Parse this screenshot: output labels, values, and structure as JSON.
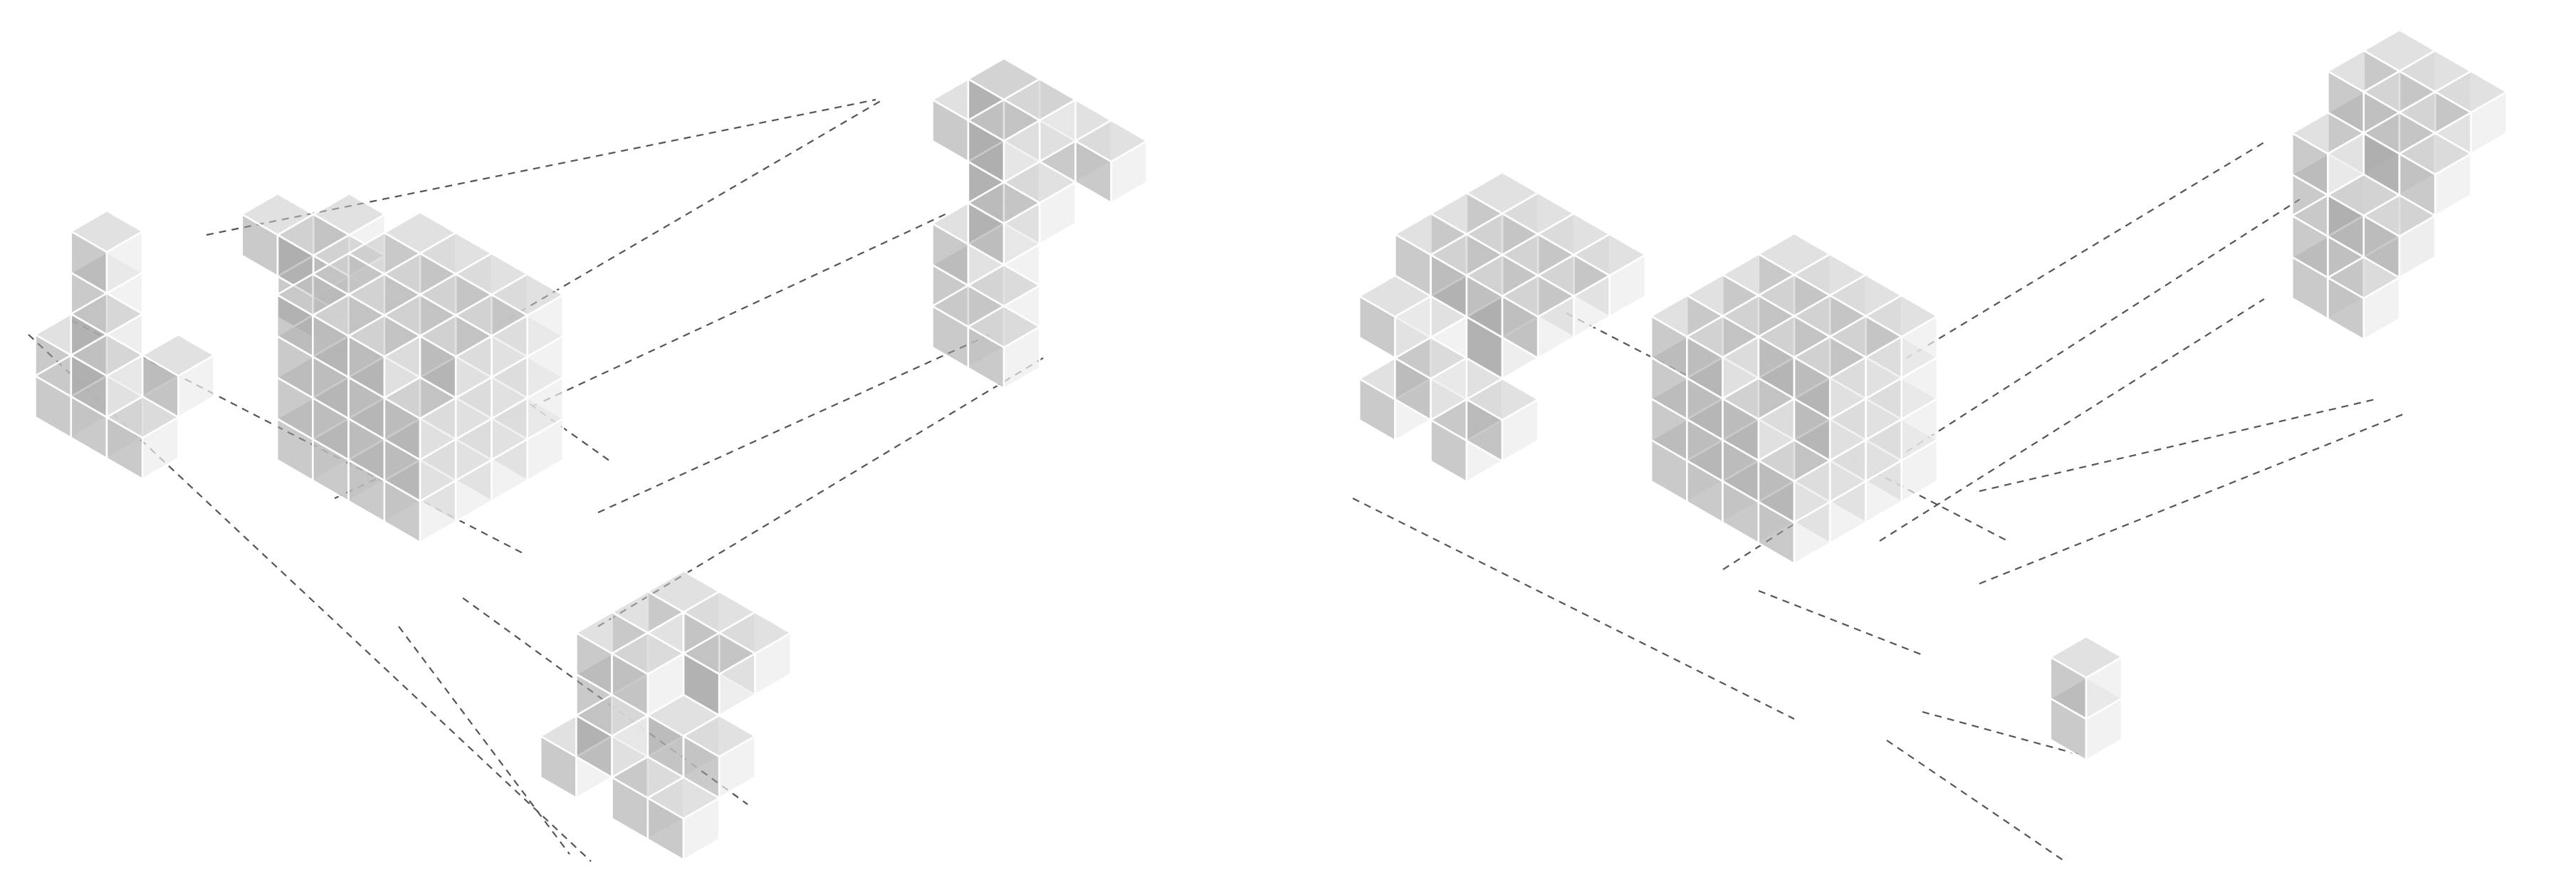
{
  "diagram": {
    "description_colors": {
      "background": "#ffffff",
      "top_face": "#c9c9c9",
      "left_face": "#9e9e9e",
      "right_face": "#ececec",
      "edge": "#ffffff",
      "guide_line": "#555555"
    },
    "assemblies": [
      {
        "name": "assembly-left",
        "parts": [
          {
            "name": "piece-left-back",
            "kind": "exploded-part"
          },
          {
            "name": "piece-left-core",
            "kind": "assembled-cube"
          },
          {
            "name": "piece-left-top",
            "kind": "exploded-part"
          },
          {
            "name": "piece-left-front",
            "kind": "exploded-part"
          }
        ]
      },
      {
        "name": "assembly-right",
        "parts": [
          {
            "name": "piece-right-back",
            "kind": "exploded-part"
          },
          {
            "name": "piece-right-core",
            "kind": "assembled-cube"
          },
          {
            "name": "piece-right-top",
            "kind": "exploded-part"
          },
          {
            "name": "piece-right-rod",
            "kind": "exploded-part"
          }
        ]
      }
    ]
  }
}
